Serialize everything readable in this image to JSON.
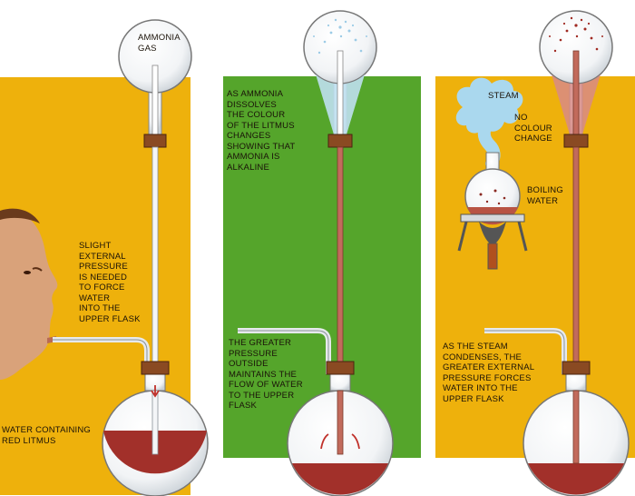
{
  "colors": {
    "orange": "#eeb10c",
    "green": "#55a52b",
    "red_liquid": "#a2302a",
    "blue_tint": "#bfe0f0",
    "cork": "#8a4a22",
    "steam": "#aad8ee"
  },
  "panel1": {
    "top_flask_label": "AMMONIA\nGAS",
    "pressure_label": "SLIGHT\nEXTERNAL\nPRESSURE\nIS NEEDED\nTO FORCE\nWATER\nINTO THE\nUPPER FLASK",
    "bottom_label": "WATER CONTAINING\nRED LITMUS"
  },
  "panel2": {
    "ammonia_label": "AS AMMONIA\nDISSOLVES\nTHE COLOUR\nOF THE LITMUS\nCHANGES\nSHOWING THAT\nAMMONIA IS\nALKALINE",
    "pressure_label": "THE GREATER\nPRESSURE\nOUTSIDE\nMAINTAINS THE\nFLOW OF WATER\nTO THE UPPER\nFLASK"
  },
  "panel3": {
    "steam_label": "STEAM",
    "no_change_label": "NO\nCOLOUR\nCHANGE",
    "boiling_label": "BOILING\nWATER",
    "condense_label": "AS THE STEAM\nCONDENSES, THE\nGREATER EXTERNAL\nPRESSURE FORCES\nWATER INTO THE\nUPPER FLASK"
  }
}
